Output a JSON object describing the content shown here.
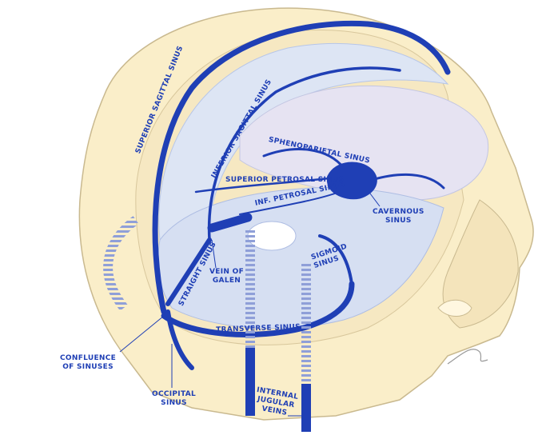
{
  "labels": {
    "superior_sagittal_sinus": "SUPERIOR SAGITTAL SINUS",
    "inferior_sagittal_sinus": "INFERIOR SAGITTAL SINUS",
    "sphenoparietal_sinus": "SPHENOPARIETAL SINUS",
    "superior_petrosal_sinus": "SUPERIOR PETROSAL SINUS",
    "inf_petrosal_sinus": "INF. PETROSAL SINUS",
    "cavernous_sinus_1": "CAVERNOUS",
    "cavernous_sinus_2": "SINUS",
    "straight_sinus": "STRAIGHT SINUS",
    "vein_of_galen_1": "VEIN OF",
    "vein_of_galen_2": "GALEN",
    "sigmoid_sinus_1": "SIGMOID",
    "sigmoid_sinus_2": "SINUS",
    "transverse_sinus": "TRANSVERSE SINUS",
    "confluence_1": "CONFLUENCE",
    "confluence_2": "OF SINUSES",
    "occipital_sinus_1": "OCCIPITAL",
    "occipital_sinus_2": "SINUS",
    "jugular_1": "INTERNAL",
    "jugular_2": "JUGULAR",
    "jugular_3": "VEINS"
  },
  "colors": {
    "skull": "#faeec9",
    "skull_outline": "#c9b98f",
    "dura": "#dde5f4",
    "sinus": "#1f3fb5",
    "text": "#1f3fb5"
  }
}
